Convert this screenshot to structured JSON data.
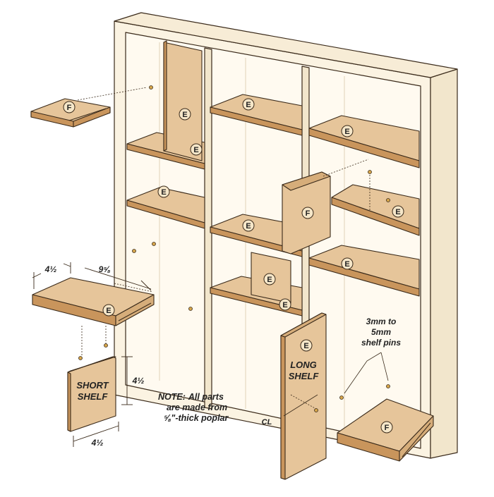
{
  "part_labels": {
    "E": "E",
    "F": "F"
  },
  "callouts": {
    "short_shelf_line1": "SHORT",
    "short_shelf_line2": "SHELF",
    "long_shelf_line1": "LONG",
    "long_shelf_line2": "SHELF",
    "shelf_pins_line1": "3mm to",
    "shelf_pins_line2": "5mm",
    "shelf_pins_line3": "shelf pins",
    "centerline": "CL"
  },
  "dimensions": {
    "shelf_depth": "4½",
    "shelf_width": "9⅝",
    "short_shelf_height": "4½",
    "short_shelf_width": "4½"
  },
  "note": {
    "prefix": "NOTE:",
    "line1": "All parts",
    "line2": "are made from",
    "line3": "⅝\"-thick poplar"
  },
  "colors": {
    "carcase": "#fbf3e2",
    "carcase_edge": "#efe2c6",
    "wood_top": "#e6c59a",
    "wood_edge": "#c9955c",
    "outline": "#3a2a1a"
  }
}
